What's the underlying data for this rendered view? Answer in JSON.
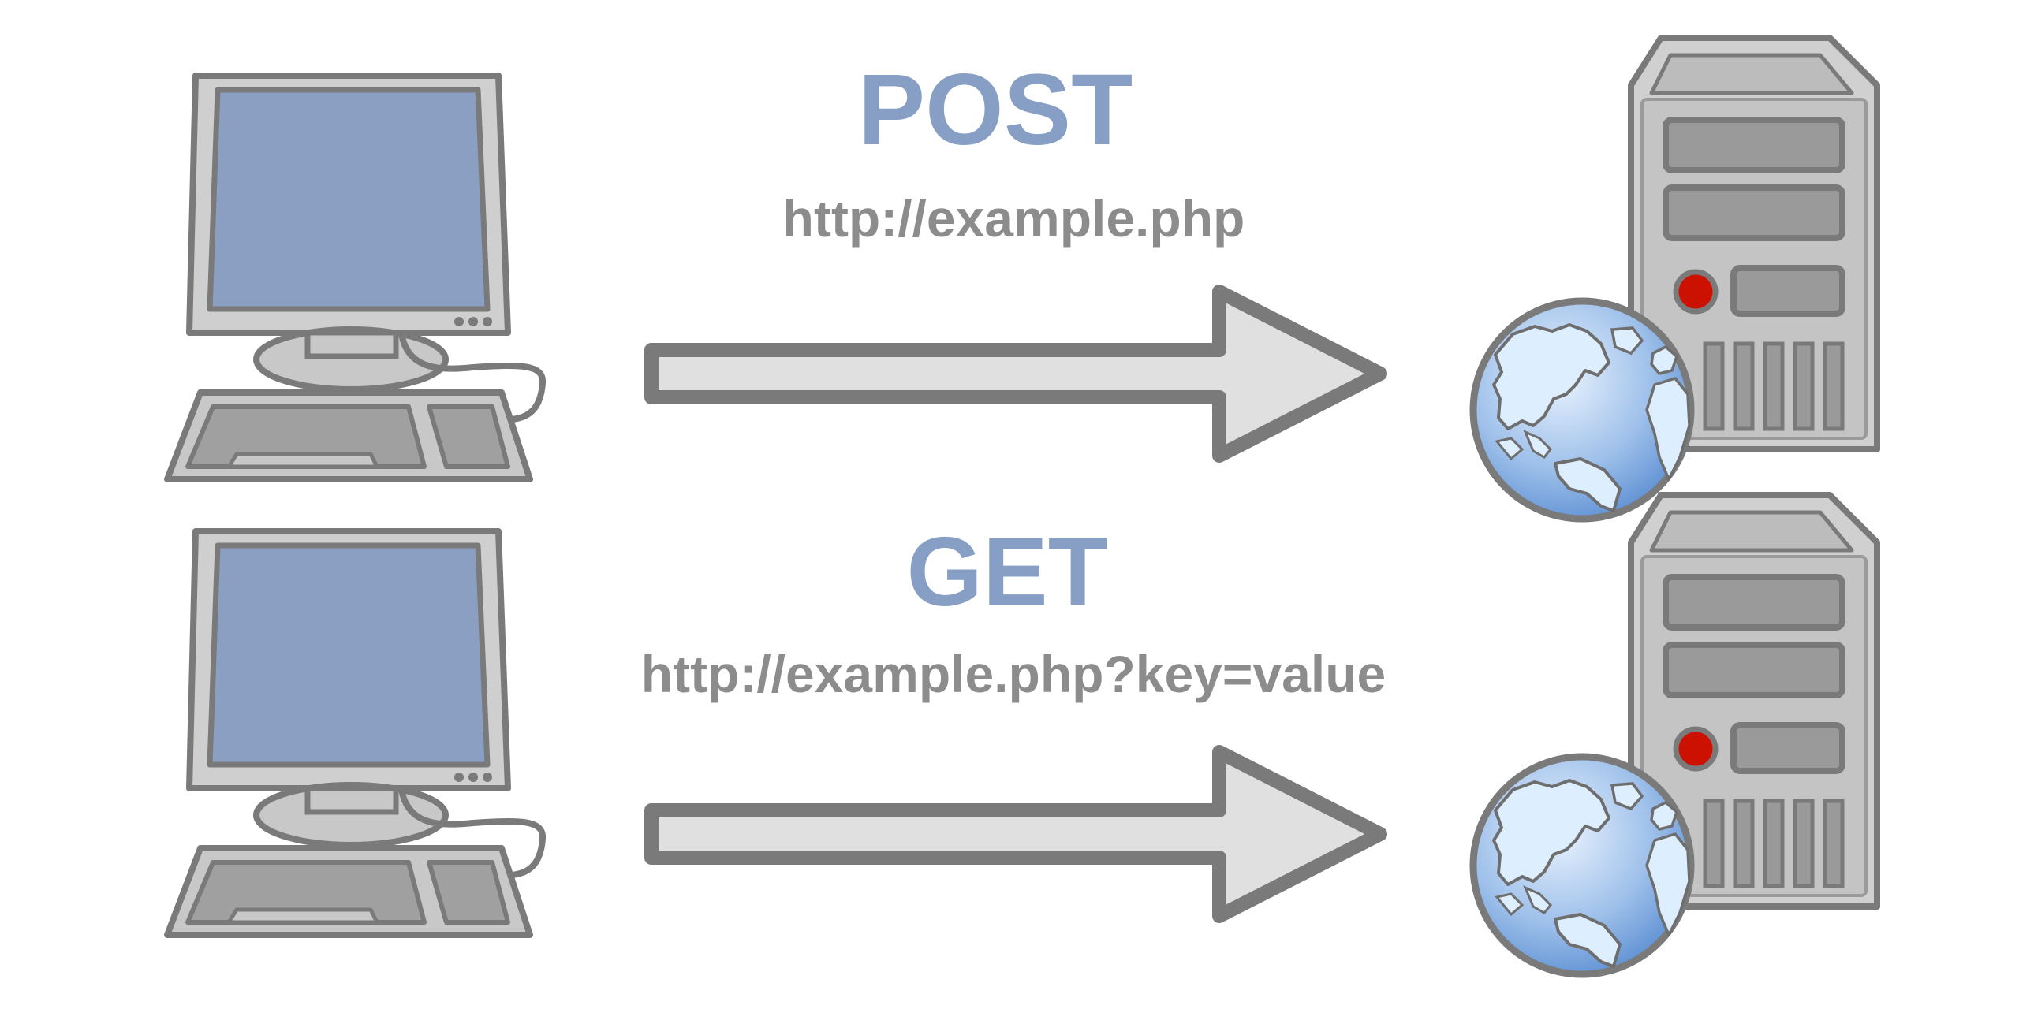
{
  "rows": [
    {
      "method": "POST",
      "url": "http://example.php"
    },
    {
      "method": "GET",
      "url": "http://example.php?key=value"
    }
  ],
  "colors": {
    "method_text": "#879fc5",
    "url_text": "#8c8c8c",
    "screen": "#8a9fc2",
    "outline": "#7a7a7a",
    "case_fill": "#c8c8c8",
    "arrow_fill": "#e0e0e0",
    "power_light": "#cc1100",
    "globe_land": "#ddeeff",
    "globe_sea": "#6a9ad8"
  },
  "icons": [
    "desktop-computer-icon",
    "arrow-right-icon",
    "server-tower-icon",
    "globe-icon"
  ]
}
